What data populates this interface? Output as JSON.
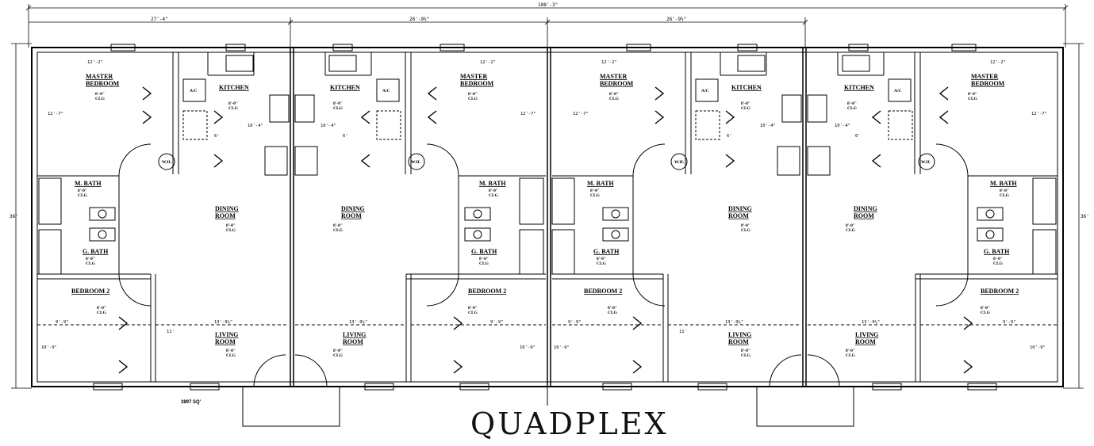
{
  "drawing": {
    "title": "QUADPLEX",
    "area_note": "3897 SQ'",
    "overall_width": "108'-3\"",
    "overall_depth": "36'",
    "unit_widths": [
      "27'-4\"",
      "26'-9½\"",
      "26'-9½\""
    ],
    "units": [
      {
        "rooms": [
          {
            "name": "MASTER\nBEDROOM",
            "ceiling": "8'-0\"\nCLG",
            "width": "12'-2\"",
            "depth": "12'-7\""
          },
          {
            "name": "KITCHEN",
            "ceiling": "8'-0\"\nCLG",
            "depth": "10'-4\"",
            "counter": "6'"
          },
          {
            "name": "M. BATH",
            "ceiling": "8'-0\"\nCLG"
          },
          {
            "name": "G. BATH",
            "ceiling": "8'-0\"\nCLG"
          },
          {
            "name": "DINING\nROOM",
            "ceiling": "8'-0\"\nCLG"
          },
          {
            "name": "BEDROOM 2",
            "ceiling": "8'-0\"\nCLG",
            "width": "9'-9\"",
            "depth": "10'-9\""
          },
          {
            "name": "LIVING\nROOM",
            "ceiling": "8'-0\"\nCLG",
            "width": "13'-9½\"",
            "depth": "11'"
          }
        ],
        "fixtures": {
          "ac": "A/C",
          "water_heater": "W.H."
        }
      }
    ]
  }
}
